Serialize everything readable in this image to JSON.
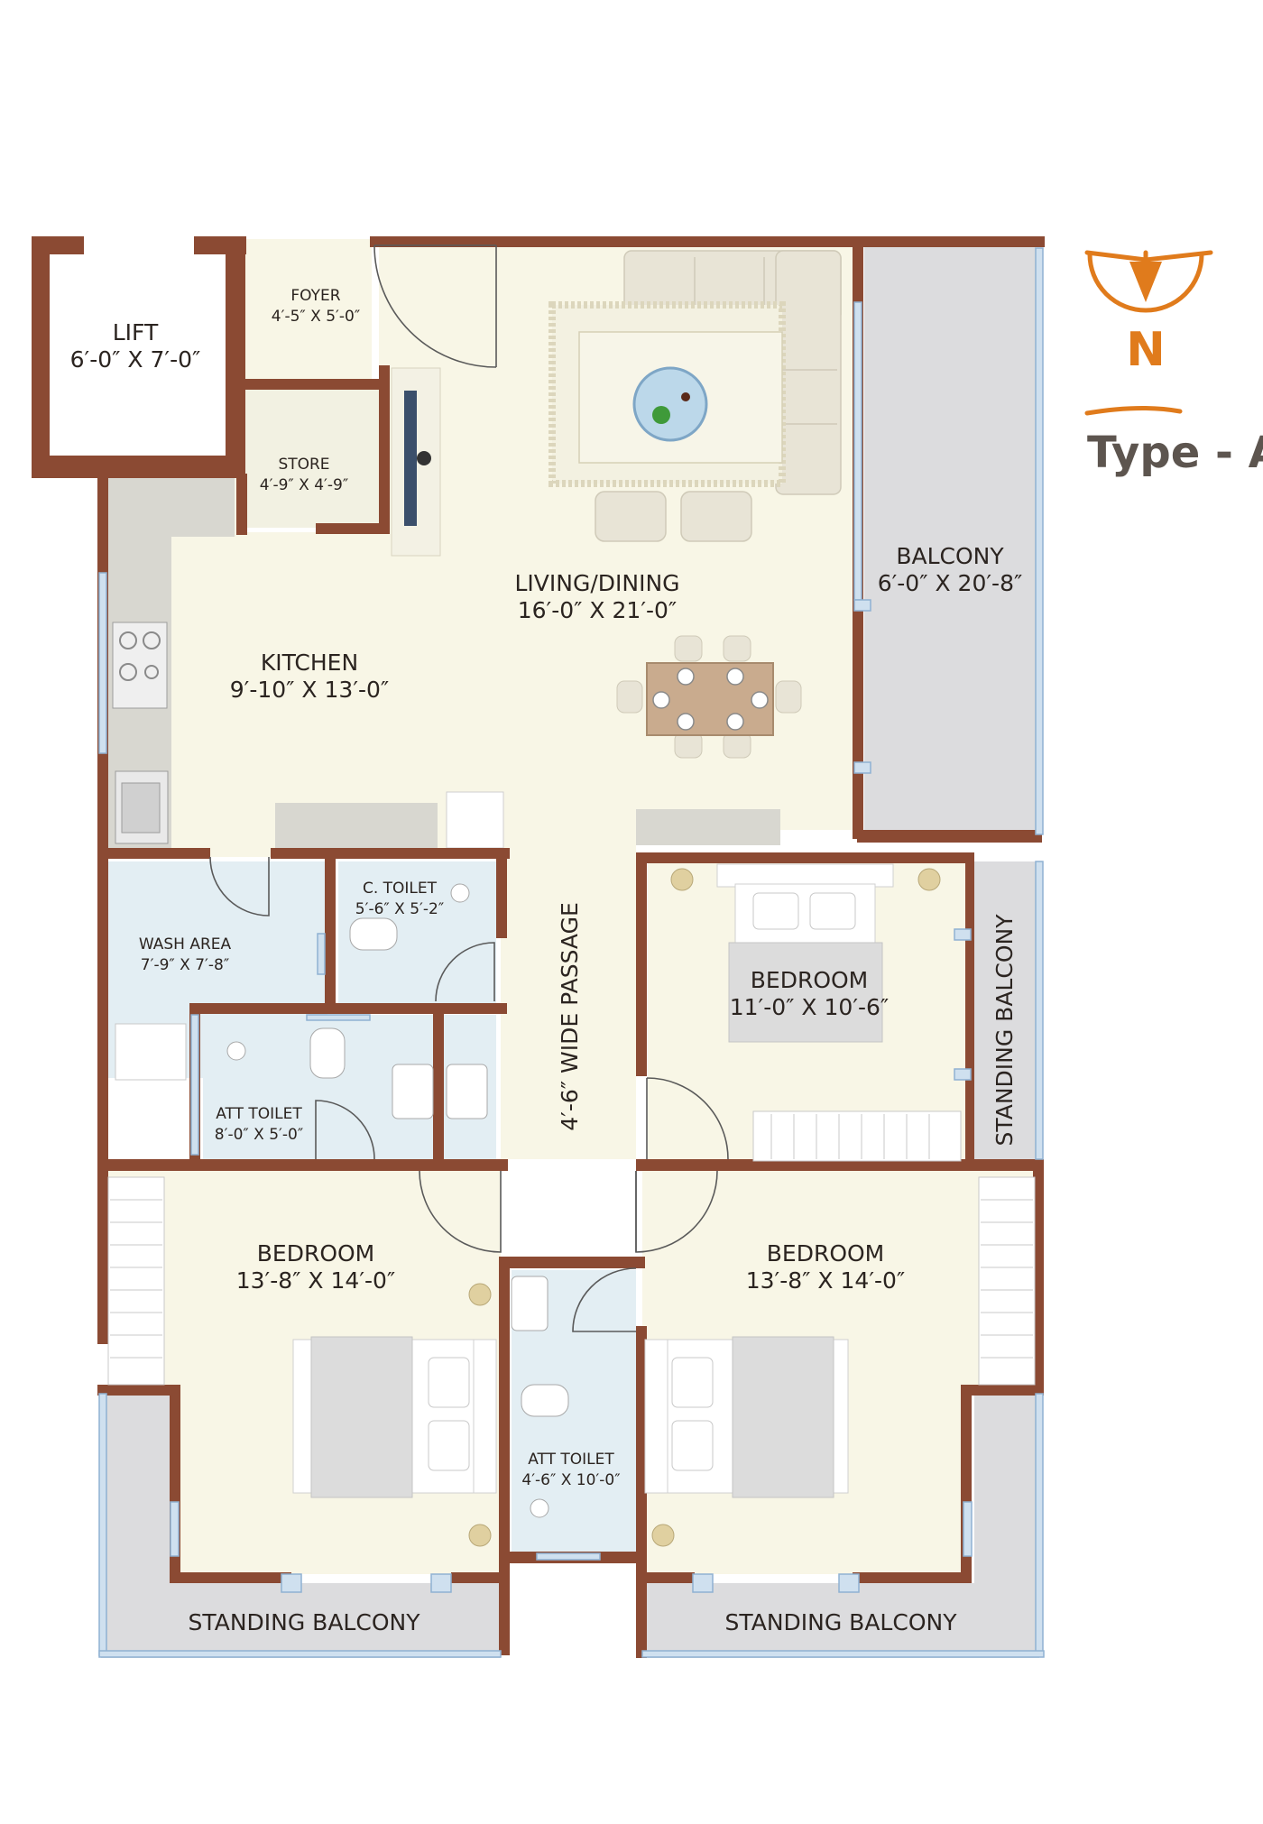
{
  "plan_title": "Type - A",
  "compass_letter": "N",
  "colors": {
    "wall": "#8b4a33",
    "floor": "#f8f6e6",
    "wet_area": "#e3eef3",
    "balcony": "#dcdcde",
    "accent": "#e07b1c",
    "glass": "#b7d0e6"
  },
  "rooms": {
    "lift": {
      "name": "LIFT",
      "size": "6′-0″ X 7′-0″"
    },
    "foyer": {
      "name": "FOYER",
      "size": "4′-5″ X 5′-0″"
    },
    "store": {
      "name": "STORE",
      "size": "4′-9″ X 4′-9″"
    },
    "living": {
      "name": "LIVING/DINING",
      "size": "16′-0″ X 21′-0″"
    },
    "balcony": {
      "name": "BALCONY",
      "size": "6′-0″ X 20′-8″"
    },
    "kitchen": {
      "name": "KITCHEN",
      "size": "9′-10″ X 13′-0″"
    },
    "wash": {
      "name": "WASH AREA",
      "size": "7′-9″ X 7′-8″"
    },
    "ctoilet": {
      "name": "C. TOILET",
      "size": "5′-6″ X 5′-2″"
    },
    "att_toilet_1": {
      "name": "ATT TOILET",
      "size": "8′-0″ X 5′-0″"
    },
    "passage": {
      "name": "4′-6″ WIDE PASSAGE"
    },
    "bedroom_1": {
      "name": "BEDROOM",
      "size": "11′-0″ X 10′-6″"
    },
    "standing_balcony_right": {
      "name": "STANDING BALCONY"
    },
    "bedroom_2": {
      "name": "BEDROOM",
      "size": "13′-8″ X 14′-0″"
    },
    "bedroom_3": {
      "name": "BEDROOM",
      "size": "13′-8″ X 14′-0″"
    },
    "att_toilet_2": {
      "name": "ATT TOILET",
      "size": "4′-6″ X 10′-0″"
    },
    "standing_balcony_left": {
      "name": "STANDING BALCONY"
    },
    "standing_balcony_bottom_right": {
      "name": "STANDING BALCONY"
    }
  }
}
